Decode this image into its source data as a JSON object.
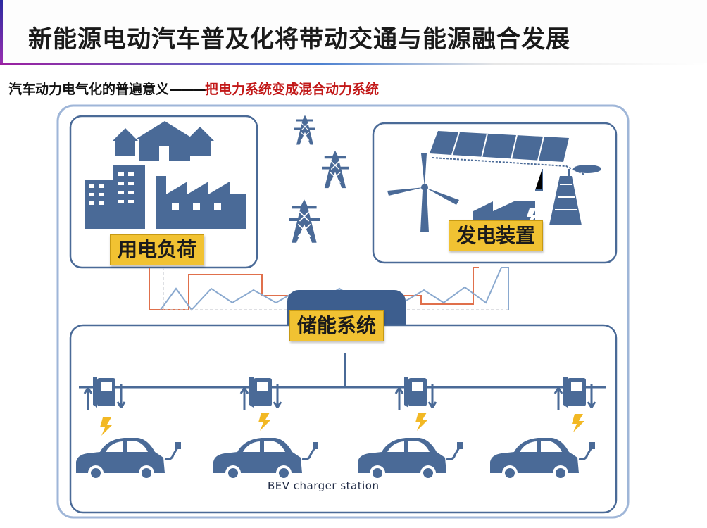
{
  "slide": {
    "title": "新能源电动汽车普及化将带动交通与能源融合发展",
    "subtitle_main": "汽车动力电气化的普遍意义",
    "subtitle_dash": "———",
    "subtitle_highlight": "把电力系统变成混合动力系统"
  },
  "diagram": {
    "labels": {
      "load": "用电负荷",
      "generation": "发电装置",
      "storage": "储能系统",
      "station": "BEV charger station"
    },
    "colors": {
      "frame": "#9fb6d8",
      "icon": "#4a6a97",
      "label_bg": "#f1c232",
      "bolt": "#f2b824",
      "curve_red": "#e0704c",
      "curve_blue": "#8aa9cf"
    },
    "icons": [
      "houses-icon",
      "buildings-icon",
      "factory-icon",
      "power-tower-icon",
      "solar-panel-icon",
      "wind-turbine-icon",
      "power-plant-icon",
      "charger-icon",
      "lightning-icon",
      "electric-car-icon"
    ]
  }
}
